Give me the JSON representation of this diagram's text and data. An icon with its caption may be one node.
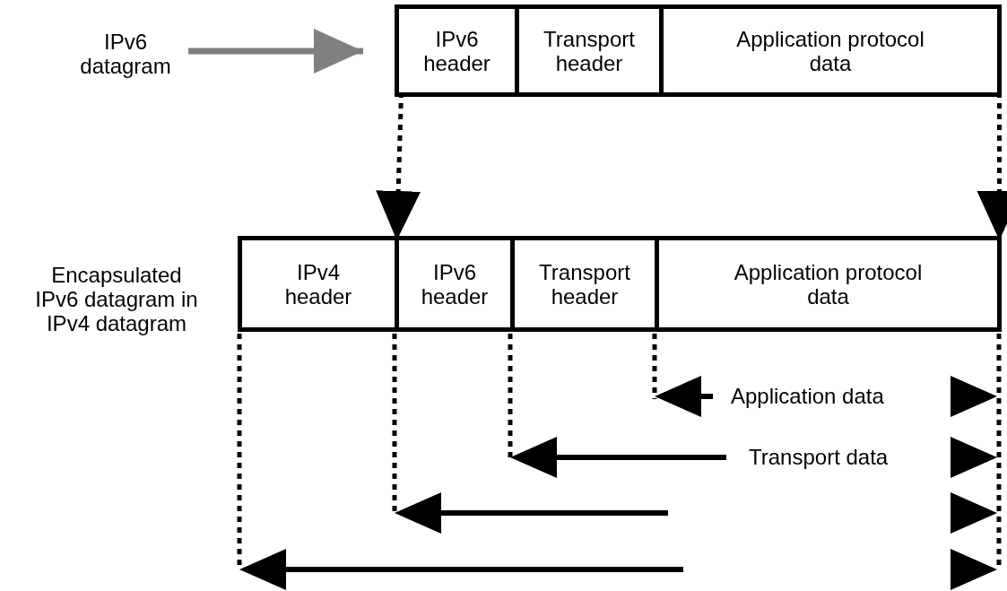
{
  "diagram": {
    "nodes": [
      {
        "text": [
          "IPv6 datagram"
        ]
      },
      {
        "text": [],
        "shape": "box"
      },
      {
        "text": [
          "IPv6 header"
        ],
        "in": 1
      },
      {
        "text": [
          "Transport header"
        ],
        "in": 1
      },
      {
        "text": [
          "Application protocol data"
        ],
        "in": 1
      },
      {
        "text": [
          "Encapsulated IPv6 datagram in IPv4 datagram"
        ]
      },
      {
        "text": [],
        "shape": "box"
      },
      {
        "text": [
          "IPv4 header"
        ],
        "in": 6
      },
      {
        "text": [
          "IPv6 header"
        ],
        "in": 6
      },
      {
        "text": [
          "Transport header"
        ],
        "in": 6
      },
      {
        "text": [
          "Application protocol data"
        ],
        "in": 6
      }
    ],
    "edges": [
      {
        "from": 0,
        "to": 1,
        "arrow": "to",
        "color": "#808080"
      },
      {
        "from": 2,
        "to": 8,
        "arrow": "to",
        "style": "dashed"
      },
      {
        "from": 4,
        "to": 10,
        "arrow": "to",
        "style": "dashed"
      }
    ],
    "labels": [
      "Application data",
      "Transport data"
    ]
  }
}
